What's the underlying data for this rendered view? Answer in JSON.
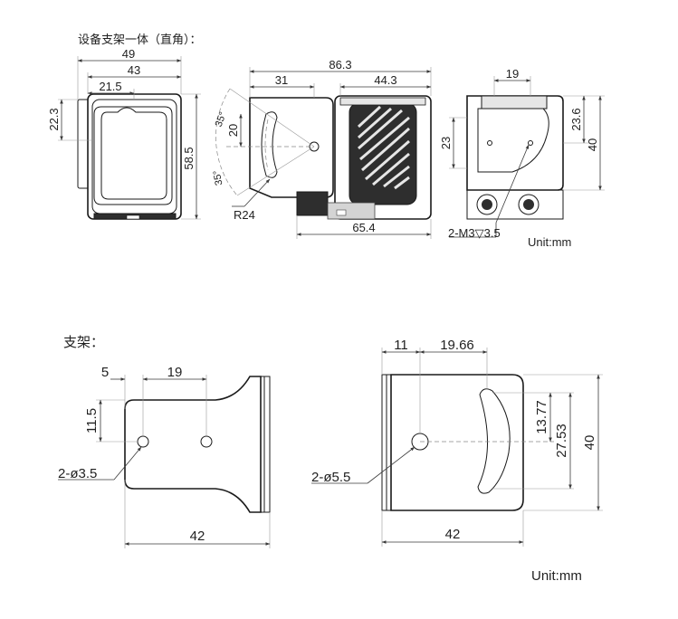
{
  "titles": {
    "assembly": "设备支架一体（直角）：",
    "bracket": "支架："
  },
  "units": {
    "top": "Unit:mm",
    "bottom": "Unit:mm"
  },
  "view_front": {
    "width_outer": "49",
    "width_inner": "43",
    "half_width": "21.5",
    "offset": "22.3",
    "height": "58.5"
  },
  "view_side": {
    "total_length": "86.3",
    "bracket_len": "31",
    "sensor_len": "44.3",
    "angle_top": "35°",
    "angle_bottom": "35°",
    "hole_height": "20",
    "radius": "R24",
    "base_len": "65.4"
  },
  "view_rear": {
    "top_width": "19",
    "offset_right": "23.6",
    "height_left": "23",
    "height_right": "40",
    "screw_spec": "2-M3▽3.5"
  },
  "bracket_side": {
    "edge_offset": "5",
    "hole_spacing": "19",
    "hole_height": "11.5",
    "hole_spec": "2-ø3.5",
    "total_length": "42"
  },
  "bracket_front": {
    "edge_offset": "11",
    "slot_offset": "19.66",
    "slot_half": "13.77",
    "slot_span": "27.53",
    "height": "40",
    "hole_spec": "2-ø5.5",
    "total_width": "42"
  }
}
